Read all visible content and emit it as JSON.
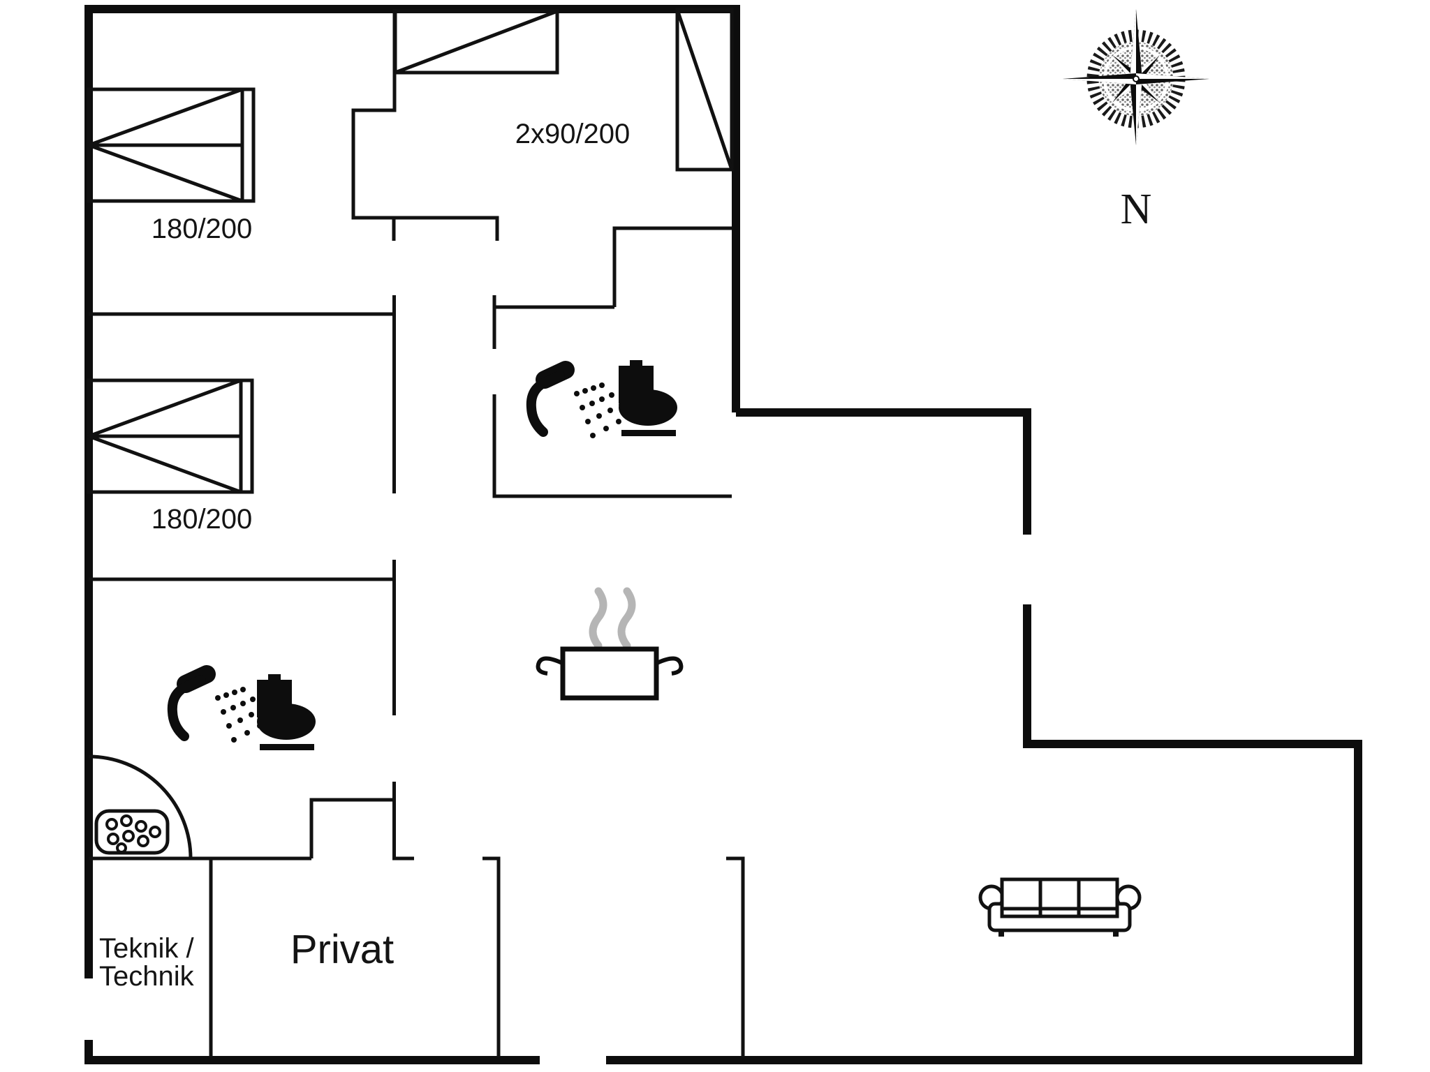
{
  "plan": {
    "title": "holiday-house floor plan",
    "labels": {
      "bed1": "180/200",
      "bed2": "180/200",
      "bed3": "2x90/200",
      "teknik_line1": "Teknik /",
      "teknik_line2": "Technik",
      "privat": "Privat",
      "north": "N"
    },
    "icons": [
      "compass-rose-icon",
      "shower-icon (bathroom top)",
      "toilet-icon (bathroom top)",
      "shower-icon (bathroom left)",
      "toilet-icon (bathroom left)",
      "corner-shower-tray-icon",
      "cooking-pot-icon",
      "steam-icon",
      "sofa-icon",
      "double-bed-icon",
      "single-bed-icon"
    ],
    "colors": {
      "wall": "#0d0d0d",
      "background": "#ffffff",
      "steam": "#b5b5b5",
      "stipple": "#666666"
    }
  }
}
